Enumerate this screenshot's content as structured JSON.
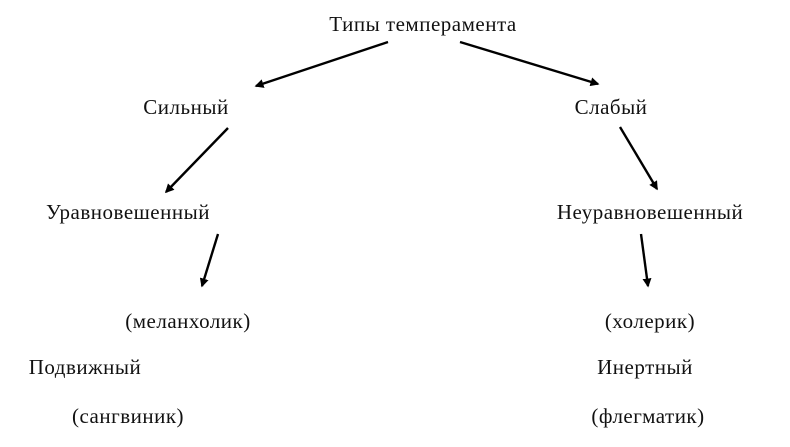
{
  "diagram": {
    "title": "Типы темперамента",
    "nodes": {
      "strong": "Сильный",
      "weak": "Слабый",
      "balanced": "Уравновешенный",
      "unbalanced": "Неуравновешенный",
      "melancholic": "(меланхолик)",
      "choleric": "(холерик)",
      "mobile": "Подвижный",
      "sanguine": "(сангвиник)",
      "inert": "Инертный",
      "phlegmatic": "(флегматик)"
    },
    "line_color": "#000000"
  }
}
